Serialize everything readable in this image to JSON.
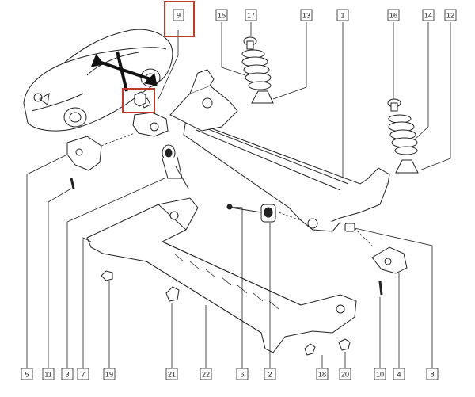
{
  "diagram": {
    "callouts_top": [
      {
        "id": "c9",
        "text": "9",
        "highlighted": true
      },
      {
        "id": "c15",
        "text": "15"
      },
      {
        "id": "c17",
        "text": "17"
      },
      {
        "id": "c13",
        "text": "13"
      },
      {
        "id": "c1",
        "text": "1"
      },
      {
        "id": "c16",
        "text": "16"
      },
      {
        "id": "c14",
        "text": "14"
      },
      {
        "id": "c12",
        "text": "12"
      }
    ],
    "callouts_bottom": [
      {
        "id": "c5",
        "text": "5"
      },
      {
        "id": "c11",
        "text": "11"
      },
      {
        "id": "c3",
        "text": "3"
      },
      {
        "id": "c7",
        "text": "7"
      },
      {
        "id": "c19",
        "text": "19"
      },
      {
        "id": "c21",
        "text": "21"
      },
      {
        "id": "c22",
        "text": "22"
      },
      {
        "id": "c6",
        "text": "6"
      },
      {
        "id": "c2",
        "text": "2"
      },
      {
        "id": "c18",
        "text": "18"
      },
      {
        "id": "c20",
        "text": "20"
      },
      {
        "id": "c10",
        "text": "10"
      },
      {
        "id": "c4",
        "text": "4"
      },
      {
        "id": "c8",
        "text": "8"
      }
    ],
    "highlight_color": "#c0392b",
    "line_color": "#222222"
  }
}
